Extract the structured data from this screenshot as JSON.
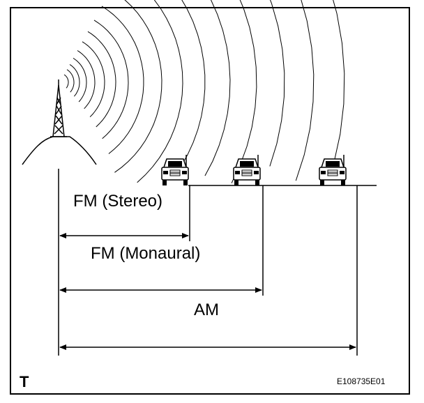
{
  "figure": {
    "labels": {
      "fm_stereo": "FM (Stereo)",
      "fm_monaural": "FM (Monaural)",
      "am": "AM"
    },
    "corner_letter": "T",
    "figure_code": "E108735E01"
  }
}
